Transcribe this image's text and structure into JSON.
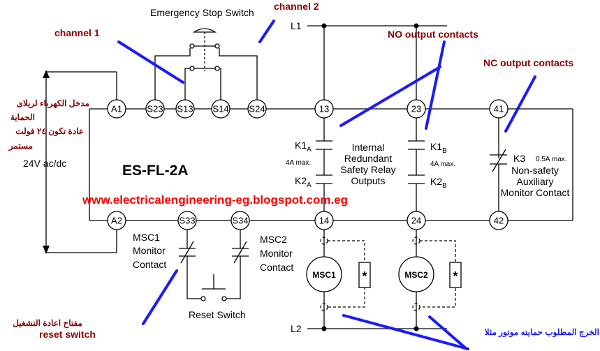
{
  "title": "Emergency Stop Switch",
  "annotations": {
    "channel1": "channel 1",
    "channel2": "channel 2",
    "no_outputs": "NO output contacts",
    "nc_outputs": "NC output contacts",
    "power_input_ar": [
      "مدخل الكهرباء لريلاى",
      "الحماية",
      "عادة تكون ٢٤ فولت",
      "مستمر"
    ],
    "reset_ar": "مفتاح اعادة التشغيل",
    "reset_en": "reset switch",
    "output_ar": "الخرج المطلوب حمايته موتور مثلا"
  },
  "supply": "24V ac/dc",
  "device": "ES-FL-2A",
  "website": "www.electricalengineering-eg.blogspot.com.eg",
  "lines": {
    "l1": "L1",
    "l2": "L2"
  },
  "terminals_top": [
    "A1",
    "S23",
    "S13",
    "S14",
    "S24",
    "13",
    "23",
    "41"
  ],
  "terminals_bottom": [
    "A2",
    "S33",
    "S34",
    "14",
    "24",
    "42"
  ],
  "contacts": {
    "k1a": "K1",
    "k1a_sub": "A",
    "k2a": "K2",
    "k2a_sub": "A",
    "k1b": "K1",
    "k1b_sub": "B",
    "k2b": "K2",
    "k2b_sub": "B",
    "k3": "K3",
    "rating_a": "4A max.",
    "rating_b": "4A max.",
    "rating_k3": "0.5A max."
  },
  "internal_label": [
    "Internal",
    "Redundant",
    "Safety Relay",
    "Outputs"
  ],
  "aux_label": [
    "Non-safety",
    "Auxiliary",
    "Monitor Contact"
  ],
  "msc1_label": [
    "MSC1",
    "Monitor",
    "Contact"
  ],
  "msc2_label": [
    "MSC2",
    "Monitor",
    "Contact"
  ],
  "reset_switch": "Reset Switch",
  "motors": [
    "MSC1",
    "MSC2"
  ],
  "suppressor": "*",
  "colors": {
    "annotation_red": "#8b0000",
    "website": "#ff0000",
    "pointer_blue": "#1a1aff"
  }
}
